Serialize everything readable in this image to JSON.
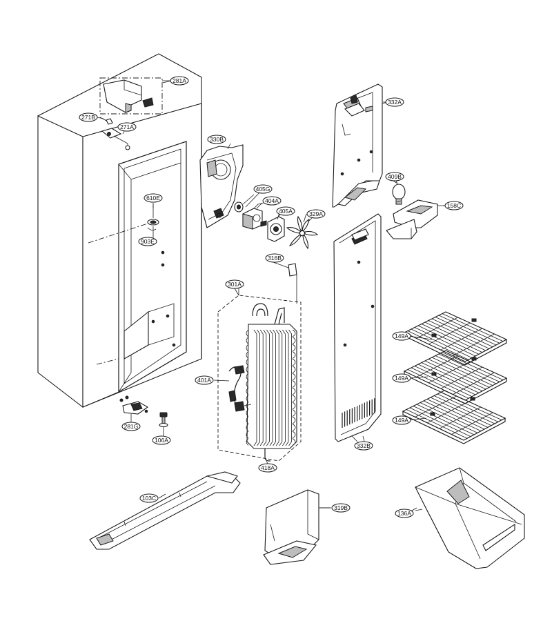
{
  "labels": {
    "l281A": "281A",
    "l271B": "271B",
    "l271A": "271A",
    "l330B": "330B",
    "l332A": "332A",
    "l409B": "409B",
    "l158C": "158C",
    "l405G": "405G",
    "l404A": "404A",
    "l405A": "405A",
    "l329A": "329A",
    "l610E": "610E",
    "l903E": "903E",
    "l316B": "316B",
    "l301A": "301A",
    "l149A_1": "149A",
    "l149A_2": "149A",
    "l149A_3": "149A",
    "l401A": "401A",
    "l281G": "281G",
    "l106A": "106A",
    "l418A": "418A",
    "l332B": "332B",
    "l103C": "103C",
    "l319B": "319B",
    "l136A": "136A"
  }
}
